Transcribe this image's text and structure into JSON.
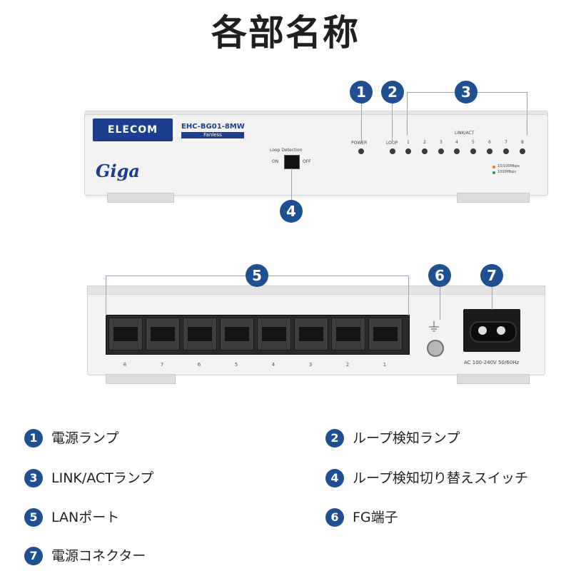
{
  "title": "各部名称",
  "front": {
    "brand": "ELECOM",
    "model": "EHC-BG01-8MW",
    "fanless": "Fanless",
    "series_logo": "Giga",
    "power_label": "POWER",
    "loop_label": "LOOP",
    "link_act_label": "LINK/ACT",
    "loop_detection_label": "Loop Detection",
    "switch_on": "ON",
    "switch_off": "OFF",
    "port_numbers": [
      "1",
      "2",
      "3",
      "4",
      "5",
      "6",
      "7",
      "8"
    ],
    "speed_legend_1": "10/100Mbps",
    "speed_legend_2": "1000Mbps",
    "speed_color_1": "#f07a1a",
    "speed_color_2": "#2aa34a"
  },
  "rear": {
    "port_numbers": [
      "8",
      "7",
      "6",
      "5",
      "4",
      "3",
      "2",
      "1"
    ],
    "ac_label": "AC 100-240V  50/60Hz"
  },
  "callouts": [
    "1",
    "2",
    "3",
    "4",
    "5",
    "6",
    "7"
  ],
  "legend": [
    {
      "num": "1",
      "text": "電源ランプ"
    },
    {
      "num": "2",
      "text": "ループ検知ランプ"
    },
    {
      "num": "3",
      "text": "LINK/ACTランプ"
    },
    {
      "num": "4",
      "text": "ループ検知切り替えスイッチ"
    },
    {
      "num": "5",
      "text": "LANポート"
    },
    {
      "num": "6",
      "text": "FG端子"
    },
    {
      "num": "7",
      "text": "電源コネクター"
    }
  ],
  "accent_color": "#1d4f91"
}
